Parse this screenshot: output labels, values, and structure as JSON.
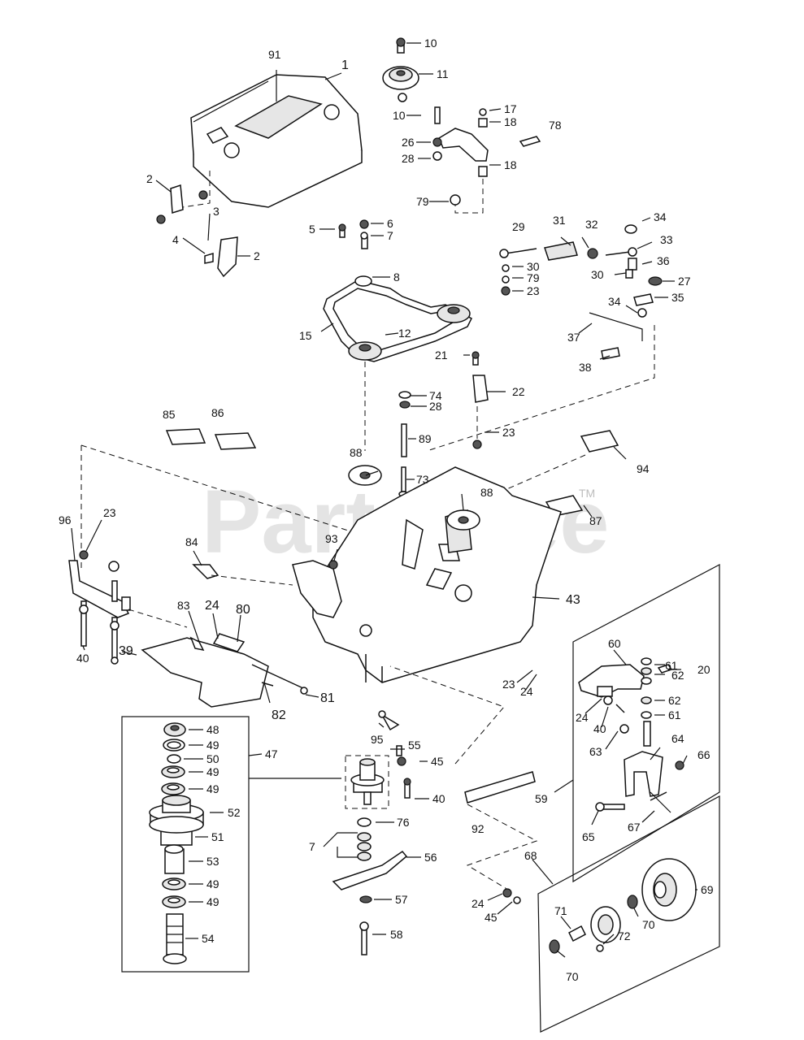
{
  "watermark": {
    "text": "PartsTree",
    "mark": "TM"
  },
  "callouts": [
    "1",
    "2",
    "3",
    "4",
    "2",
    "5",
    "6",
    "7",
    "8",
    "10",
    "11",
    "10",
    "12",
    "15",
    "17",
    "18",
    "78",
    "26",
    "28",
    "18",
    "79",
    "29",
    "31",
    "32",
    "34",
    "33",
    "30",
    "30",
    "36",
    "79",
    "27",
    "23",
    "35",
    "34",
    "37",
    "38",
    "21",
    "22",
    "74",
    "28",
    "89",
    "23",
    "85",
    "86",
    "88",
    "73",
    "88",
    "94",
    "87",
    "96",
    "23",
    "84",
    "93",
    "43",
    "83",
    "24",
    "80",
    "39",
    "40",
    "82",
    "81",
    "60",
    "61",
    "62",
    "20",
    "23",
    "24",
    "62",
    "24",
    "40",
    "61",
    "63",
    "64",
    "66",
    "48",
    "49",
    "47",
    "50",
    "49",
    "49",
    "52",
    "51",
    "53",
    "49",
    "49",
    "54",
    "55",
    "45",
    "40",
    "95",
    "76",
    "7",
    "56",
    "57",
    "58",
    "92",
    "59",
    "65",
    "67",
    "68",
    "69",
    "24",
    "45",
    "71",
    "72",
    "70",
    "70",
    "91"
  ]
}
